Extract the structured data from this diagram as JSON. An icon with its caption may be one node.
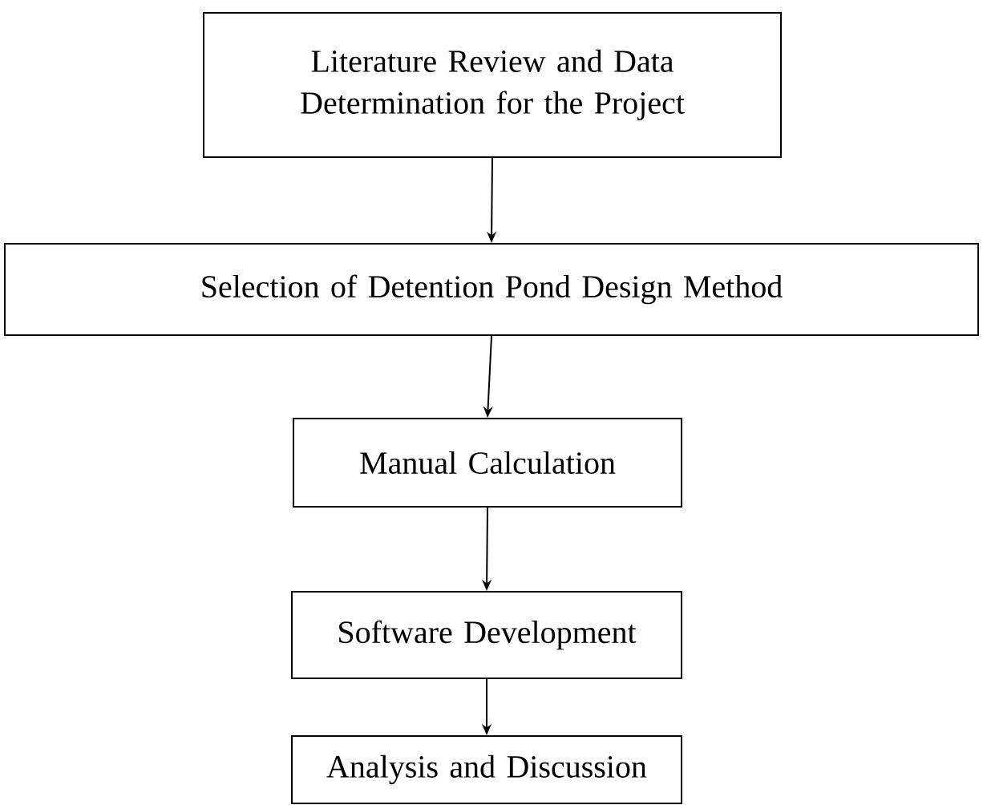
{
  "diagram": {
    "nodes": [
      {
        "text": [
          "Literature Review and Data Determination for the Project"
        ]
      },
      {
        "text": [
          "Selection of Detention Pond Design Method"
        ]
      },
      {
        "text": [
          "Manual Calculation"
        ]
      },
      {
        "text": [
          "Software Development"
        ]
      },
      {
        "text": [
          "Analysis and Discussion"
        ]
      }
    ],
    "edges": [
      {
        "from": 0,
        "to": 1,
        "arrow": "to"
      },
      {
        "from": 1,
        "to": 2,
        "arrow": "to"
      },
      {
        "from": 2,
        "to": 3,
        "arrow": "to"
      },
      {
        "from": 3,
        "to": 4,
        "arrow": "to"
      }
    ]
  }
}
